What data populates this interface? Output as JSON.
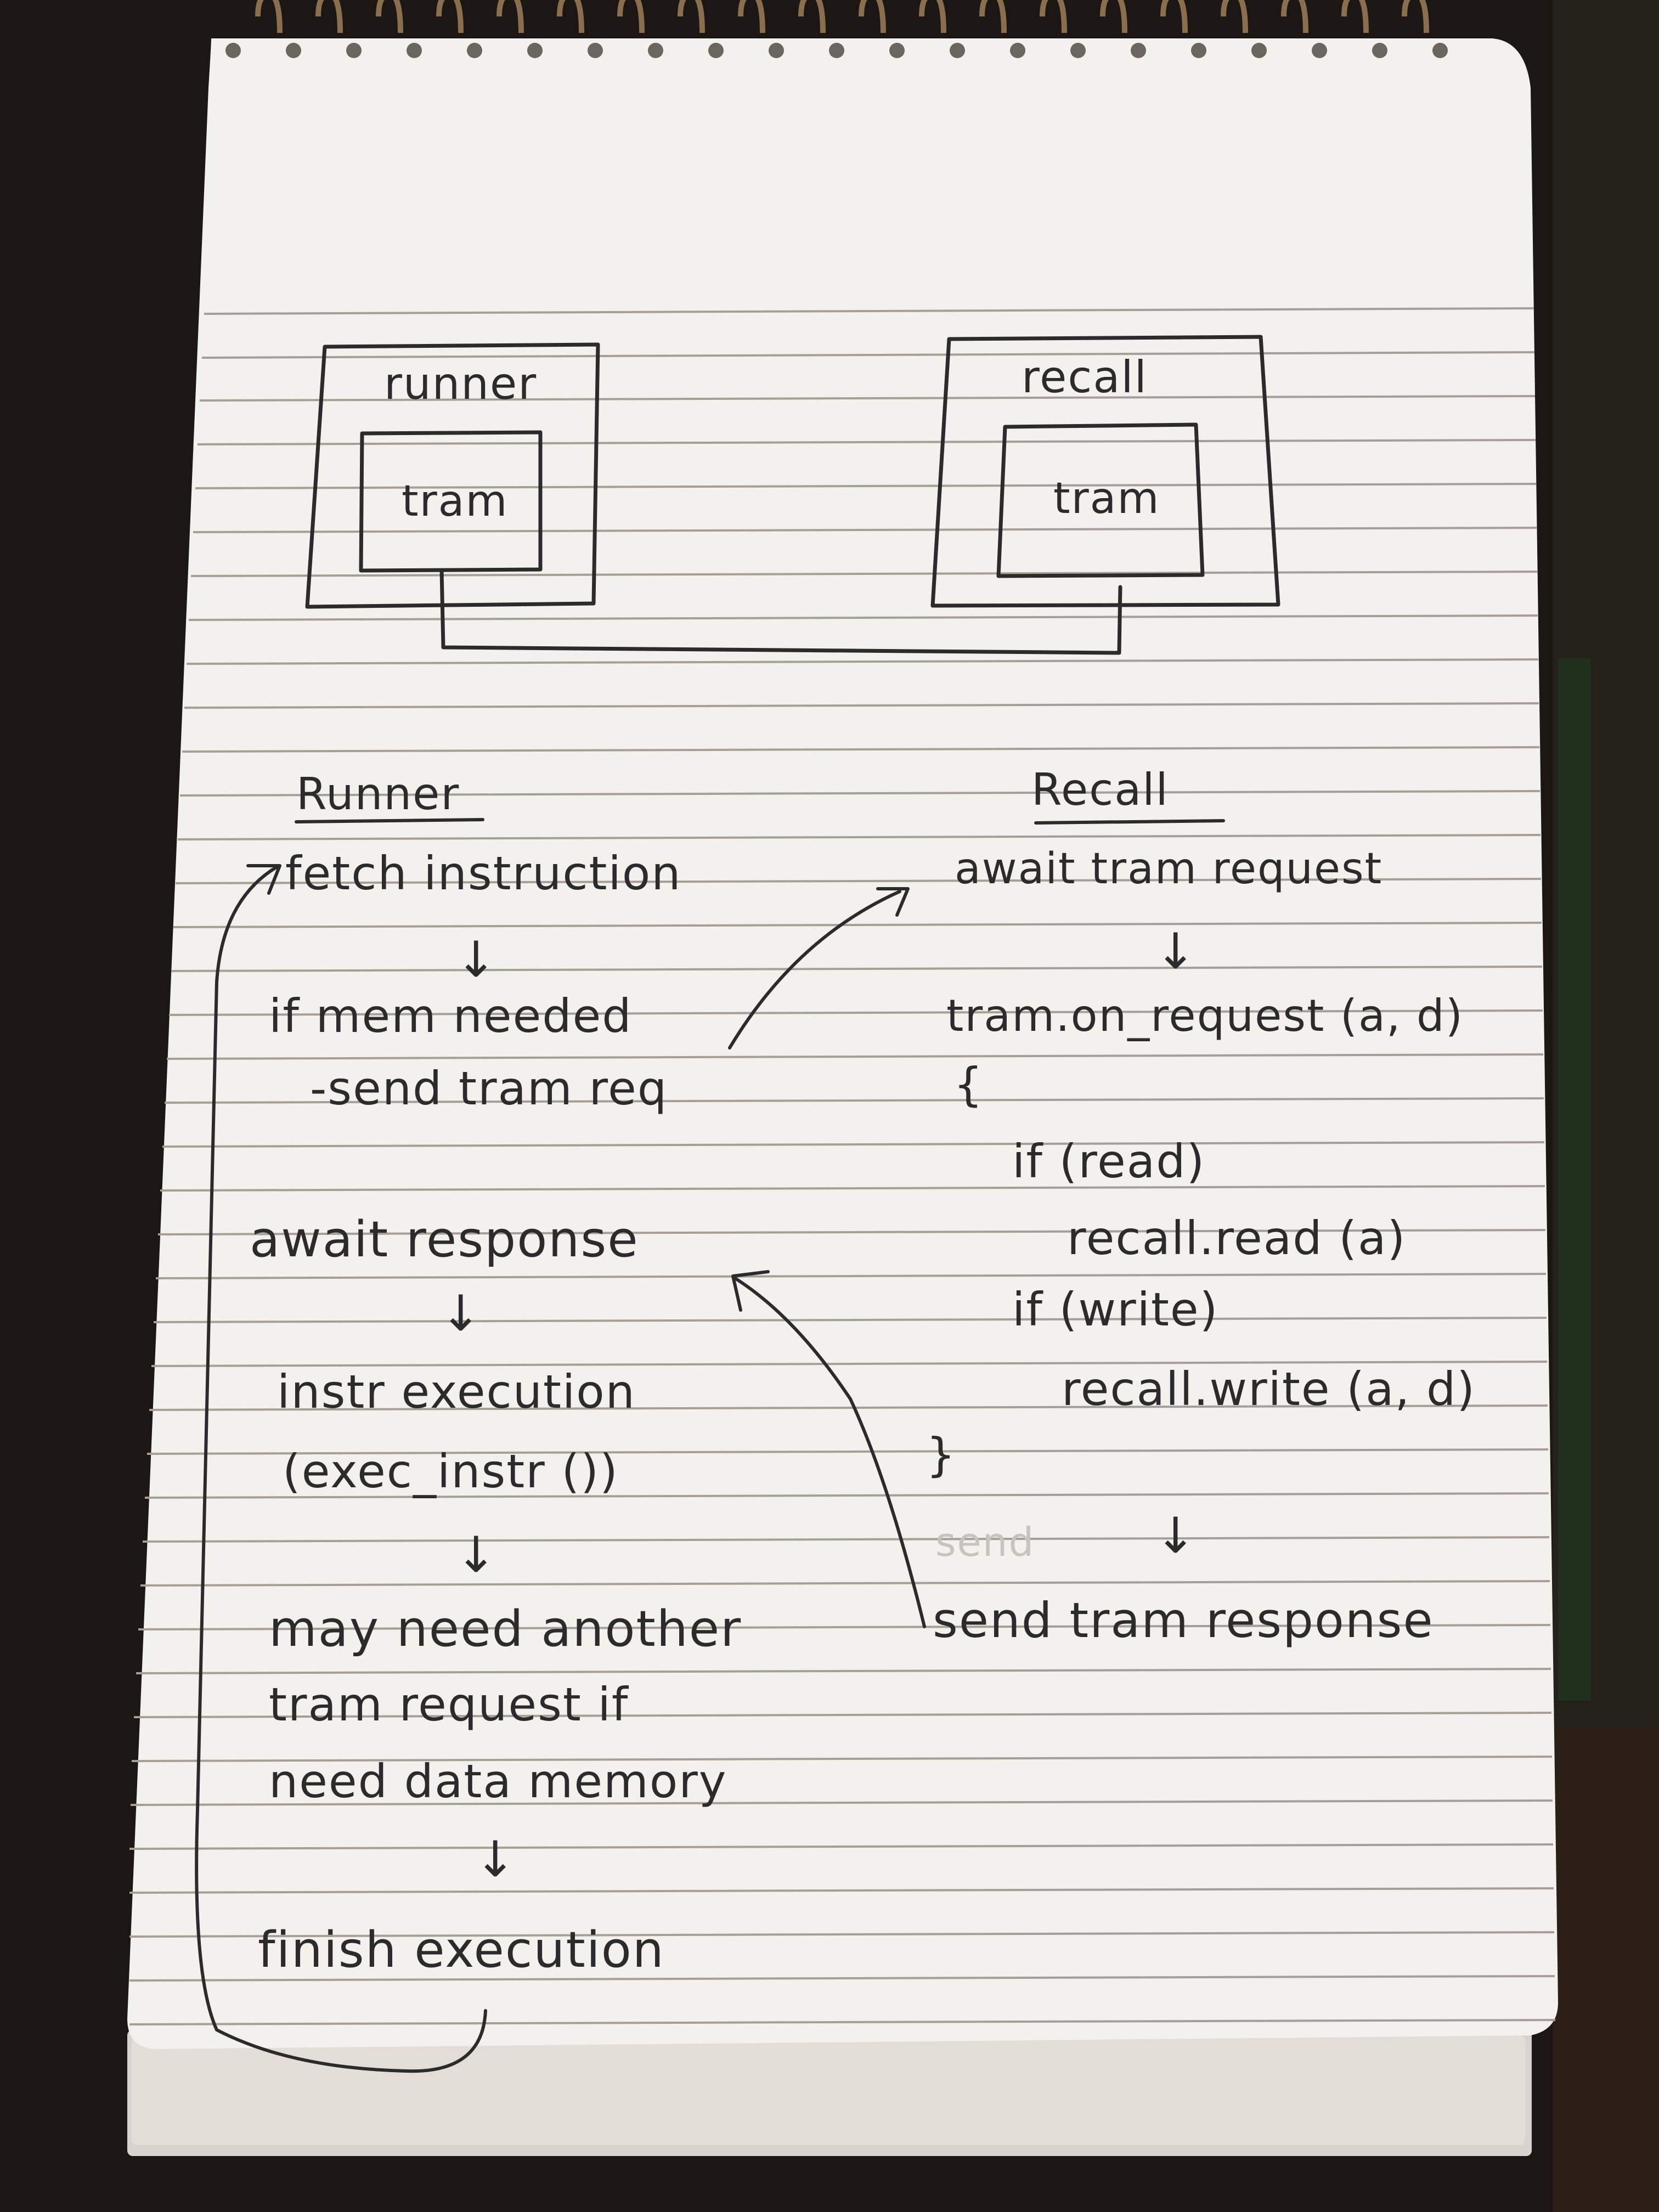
{
  "colors": {
    "paper": "#f3f1ee",
    "ink": "#2b2b2b",
    "rule": "#a79e9a",
    "desk": "#1c1714",
    "spiral": "#8a6f4e"
  },
  "top_diagram": {
    "left_box": {
      "outer_label": "runner",
      "inner_label": "tram"
    },
    "right_box": {
      "outer_label": "recall",
      "inner_label": "tram"
    }
  },
  "runner": {
    "heading": "Runner",
    "steps": {
      "fetch": "fetch instruction",
      "if_mem": "if mem needed",
      "send_req": "-send tram req",
      "await_resp": "await response",
      "instr_exec": "instr execution",
      "exec_call": "(exec_instr ())",
      "may_need_1": "may need another",
      "may_need_2": "tram request if",
      "may_need_3": "need data memory",
      "finish": "finish execution"
    }
  },
  "recall": {
    "heading": "Recall",
    "steps": {
      "await_req": "await tram request",
      "on_request": "tram.on_request (a, d)",
      "open_brace": "{",
      "if_read": "if (read)",
      "read_call": "recall.read (a)",
      "if_write": "if (write)",
      "write_call": "recall.write (a, d)",
      "close_brace": "}",
      "ghost_text": "send",
      "send_resp": "send tram response"
    }
  },
  "glyphs": {
    "down_arrow": "↓"
  }
}
